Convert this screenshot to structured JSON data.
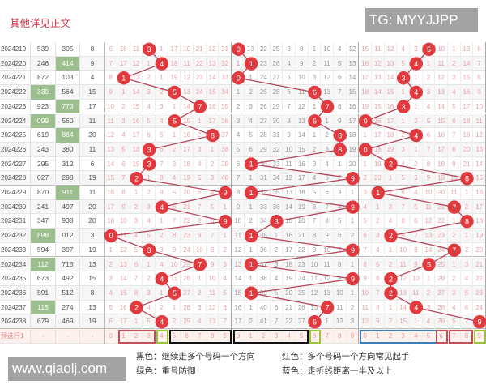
{
  "badge_tg": "TG: MYYJJPP",
  "watermark": "www.qiaolj.com",
  "legend": [
    "黑色：继续走多个号码一个方向",
    "绿色：重号防御",
    "红色：多个号码一个方向常见起手",
    "蓝色：走折线距离一半及以上"
  ],
  "note": "其他详见正文",
  "colors": {
    "hit": "#e0393e",
    "line": "#b4455a",
    "green": "#9dbf8f",
    "red_box": "#c0505a",
    "green_box": "#9bc23a",
    "black_box": "#111111",
    "blue_box": "#3c7fb8"
  },
  "rows": [
    {
      "date": "2024219",
      "n1": "539",
      "n2": "305",
      "sum": "8",
      "z1": [
        6,
        16,
        11,
        3,
        1,
        17,
        10,
        21,
        12,
        31
      ],
      "z2": [
        0,
        13,
        22,
        25,
        3,
        8,
        1,
        10,
        4,
        12
      ],
      "z3": [
        15,
        11,
        12,
        4,
        3,
        5,
        10,
        1,
        13,
        6
      ]
    },
    {
      "date": "2024220",
      "n1": "246",
      "n2": "414",
      "sum": "9",
      "hl2": true,
      "z1": [
        7,
        17,
        12,
        1,
        4,
        18,
        11,
        22,
        13,
        32
      ],
      "z2": [
        1,
        1,
        23,
        26,
        4,
        9,
        2,
        11,
        5,
        13
      ],
      "z3": [
        16,
        12,
        13,
        5,
        4,
        1,
        11,
        2,
        14,
        7
      ]
    },
    {
      "date": "2024221",
      "n1": "872",
      "n2": "103",
      "sum": "4",
      "z1": [
        8,
        1,
        13,
        2,
        1,
        19,
        12,
        23,
        14,
        33
      ],
      "z2": [
        0,
        1,
        24,
        27,
        5,
        10,
        3,
        12,
        6,
        14
      ],
      "z3": [
        17,
        13,
        14,
        3,
        1,
        2,
        12,
        3,
        15,
        8
      ]
    },
    {
      "date": "2024222",
      "n1": "339",
      "n2": "564",
      "sum": "15",
      "hl1": true,
      "z1": [
        9,
        1,
        14,
        3,
        2,
        5,
        13,
        24,
        15,
        34
      ],
      "z2": [
        1,
        2,
        25,
        28,
        6,
        11,
        6,
        13,
        7,
        15
      ],
      "z3": [
        18,
        14,
        15,
        1,
        4,
        3,
        13,
        4,
        16,
        9
      ]
    },
    {
      "date": "2024223",
      "n1": "923",
      "n2": "773",
      "sum": "17",
      "hl2": true,
      "z1": [
        10,
        2,
        15,
        4,
        3,
        1,
        14,
        7,
        16,
        35
      ],
      "z2": [
        2,
        3,
        26,
        29,
        7,
        12,
        1,
        7,
        8,
        16
      ],
      "z3": [
        19,
        15,
        16,
        3,
        1,
        4,
        14,
        5,
        17,
        10
      ]
    },
    {
      "date": "2024224",
      "n1": "099",
      "n2": "560",
      "sum": "11",
      "hl1": true,
      "z1": [
        11,
        3,
        16,
        5,
        4,
        5,
        15,
        1,
        17,
        36
      ],
      "z2": [
        3,
        4,
        27,
        30,
        8,
        13,
        6,
        1,
        9,
        17
      ],
      "z3": [
        0,
        16,
        17,
        1,
        2,
        5,
        15,
        6,
        18,
        11
      ]
    },
    {
      "date": "2024225",
      "n1": "619",
      "n2": "884",
      "sum": "20",
      "hl2": true,
      "z1": [
        12,
        4,
        17,
        6,
        5,
        1,
        16,
        2,
        8,
        37
      ],
      "z2": [
        4,
        5,
        28,
        31,
        9,
        14,
        1,
        2,
        8,
        18
      ],
      "z3": [
        1,
        17,
        18,
        2,
        4,
        6,
        16,
        7,
        19,
        12
      ]
    },
    {
      "date": "2024226",
      "n1": "243",
      "n2": "380",
      "sum": "11",
      "z1": [
        13,
        5,
        18,
        3,
        6,
        2,
        17,
        3,
        1,
        38
      ],
      "z2": [
        5,
        6,
        29,
        32,
        10,
        15,
        2,
        3,
        8,
        19
      ],
      "z3": [
        0,
        18,
        19,
        3,
        1,
        7,
        17,
        8,
        20,
        13
      ]
    },
    {
      "date": "2024227",
      "n1": "295",
      "n2": "312",
      "sum": "6",
      "z1": [
        14,
        6,
        19,
        3,
        7,
        3,
        18,
        4,
        2,
        39
      ],
      "z2": [
        6,
        1,
        30,
        33,
        11,
        16,
        3,
        4,
        1,
        20
      ],
      "z3": [
        1,
        19,
        2,
        4,
        2,
        8,
        18,
        9,
        21,
        14
      ]
    },
    {
      "date": "2024228",
      "n1": "027",
      "n2": "298",
      "sum": "19",
      "z1": [
        15,
        7,
        2,
        1,
        8,
        4,
        19,
        5,
        3,
        40
      ],
      "z2": [
        7,
        1,
        31,
        34,
        12,
        17,
        4,
        5,
        2,
        9
      ],
      "z3": [
        2,
        20,
        1,
        5,
        3,
        9,
        19,
        10,
        8,
        15
      ]
    },
    {
      "date": "2024229",
      "n1": "870",
      "n2": "911",
      "sum": "11",
      "hl2": true,
      "z1": [
        16,
        8,
        1,
        2,
        9,
        5,
        20,
        6,
        4,
        9
      ],
      "z2": [
        8,
        1,
        32,
        35,
        13,
        18,
        5,
        6,
        3,
        1
      ],
      "z3": [
        3,
        1,
        2,
        6,
        4,
        10,
        20,
        11,
        1,
        16
      ]
    },
    {
      "date": "2024230",
      "n1": "241",
      "n2": "497",
      "sum": "20",
      "z1": [
        17,
        9,
        2,
        3,
        4,
        6,
        21,
        7,
        5,
        1
      ],
      "z2": [
        9,
        1,
        33,
        36,
        14,
        19,
        6,
        7,
        4,
        9
      ],
      "z3": [
        4,
        1,
        3,
        7,
        5,
        11,
        21,
        7,
        2,
        17
      ]
    },
    {
      "date": "2024231",
      "n1": "347",
      "n2": "938",
      "sum": "20",
      "z1": [
        18,
        10,
        3,
        4,
        1,
        7,
        22,
        8,
        6,
        9
      ],
      "z2": [
        10,
        2,
        34,
        3,
        15,
        20,
        7,
        8,
        5,
        1
      ],
      "z3": [
        5,
        2,
        4,
        8,
        6,
        12,
        22,
        1,
        8,
        18
      ]
    },
    {
      "date": "2024232",
      "n1": "898",
      "n2": "012",
      "sum": "3",
      "hl1": true,
      "z1": [
        0,
        11,
        4,
        5,
        2,
        8,
        23,
        9,
        7,
        1
      ],
      "z2": [
        11,
        1,
        35,
        1,
        16,
        21,
        8,
        9,
        6,
        2
      ],
      "z3": [
        6,
        3,
        2,
        9,
        7,
        13,
        23,
        2,
        1,
        19
      ]
    },
    {
      "date": "2024233",
      "n1": "594",
      "n2": "397",
      "sum": "19",
      "z1": [
        1,
        12,
        5,
        3,
        3,
        9,
        24,
        10,
        8,
        2
      ],
      "z2": [
        12,
        1,
        36,
        2,
        17,
        22,
        9,
        10,
        7,
        9
      ],
      "z3": [
        7,
        4,
        1,
        10,
        8,
        14,
        24,
        7,
        2,
        20
      ]
    },
    {
      "date": "2024234",
      "n1": "112",
      "n2": "715",
      "sum": "13",
      "hl1": true,
      "z1": [
        2,
        13,
        6,
        1,
        4,
        10,
        25,
        7,
        9,
        3
      ],
      "z2": [
        13,
        1,
        37,
        3,
        18,
        23,
        10,
        11,
        8,
        1
      ],
      "z3": [
        8,
        5,
        2,
        11,
        9,
        5,
        25,
        1,
        3,
        21
      ]
    },
    {
      "date": "2024235",
      "n1": "673",
      "n2": "492",
      "sum": "15",
      "z1": [
        3,
        14,
        7,
        2,
        4,
        11,
        26,
        1,
        10,
        4
      ],
      "z2": [
        14,
        1,
        38,
        4,
        19,
        24,
        11,
        12,
        9,
        9
      ],
      "z3": [
        9,
        6,
        2,
        12,
        10,
        1,
        26,
        2,
        4,
        22
      ]
    },
    {
      "date": "2024236",
      "n1": "591",
      "n2": "512",
      "sum": "8",
      "z1": [
        4,
        15,
        8,
        3,
        1,
        5,
        27,
        2,
        11,
        5
      ],
      "z2": [
        15,
        1,
        39,
        5,
        20,
        25,
        12,
        13,
        10,
        1
      ],
      "z3": [
        10,
        7,
        2,
        13,
        11,
        2,
        27,
        3,
        5,
        23
      ]
    },
    {
      "date": "2024237",
      "n1": "115",
      "n2": "274",
      "sum": "13",
      "hl1": true,
      "z1": [
        5,
        16,
        2,
        4,
        2,
        1,
        28,
        3,
        12,
        6
      ],
      "z2": [
        16,
        1,
        40,
        6,
        21,
        26,
        13,
        7,
        11,
        2
      ],
      "z3": [
        11,
        8,
        1,
        14,
        4,
        3,
        28,
        4,
        6,
        24
      ]
    },
    {
      "date": "2024238",
      "n1": "679",
      "n2": "469",
      "sum": "19",
      "z1": [
        6,
        17,
        1,
        5,
        4,
        2,
        29,
        4,
        13,
        7
      ],
      "z2": [
        17,
        2,
        41,
        7,
        22,
        27,
        6,
        1,
        12,
        3
      ],
      "z3": [
        12,
        9,
        2,
        15,
        1,
        4,
        29,
        5,
        7,
        9
      ]
    }
  ],
  "footer": {
    "label": "预选行1",
    "n1": "-",
    "n2": "-",
    "sum": "-",
    "z1": [
      0,
      1,
      2,
      3,
      4,
      5,
      6,
      7,
      8,
      9
    ],
    "z2": [
      0,
      1,
      2,
      3,
      4,
      5,
      6,
      7,
      8,
      9
    ],
    "z3": [
      0,
      1,
      2,
      3,
      4,
      5,
      6,
      7,
      8,
      9
    ]
  }
}
